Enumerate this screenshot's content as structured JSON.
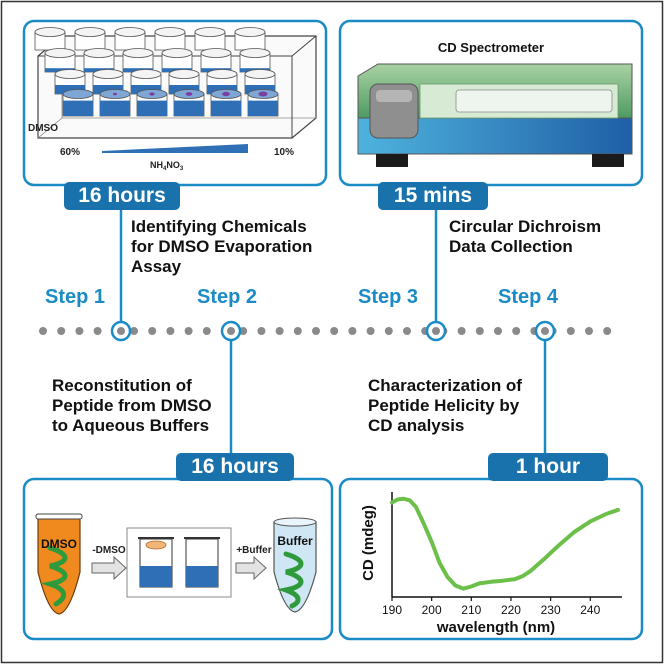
{
  "colors": {
    "frame": "#1b8bc6",
    "badge": "#1a72ad",
    "step_text": "#1b8bc6",
    "dot": "#8a8a8a",
    "curve": "#6cc04a",
    "liquid": "#2f6fb6",
    "dmso_tube": "#f0891e",
    "buffer_tube": "#cfe6f4",
    "peptide": "#2e9a3c"
  },
  "steps": [
    {
      "label": "Step 1",
      "time": "16 hours",
      "description": [
        "Identifying Chemicals",
        "for DMSO Evaporation",
        "Assay"
      ]
    },
    {
      "label": "Step 2",
      "time": "16 hours",
      "description": [
        "Reconstitution of",
        "Peptide from DMSO",
        "to Aqueous Buffers"
      ]
    },
    {
      "label": "Step 3",
      "time": "15 mins",
      "description": [
        "Circular Dichroism",
        "Data Collection"
      ]
    },
    {
      "label": "Step 4",
      "time": "1 hour",
      "description": [
        "Characterization of",
        "Peptide Helicity by",
        "CD analysis"
      ]
    }
  ],
  "plate_panel": {
    "side_label": "DMSO",
    "gradient_start": "60%",
    "gradient_end": "10%",
    "gradient_label_main": "NH",
    "gradient_label_sub1": "4",
    "gradient_label_mid": "NO",
    "gradient_label_sub2": "3"
  },
  "spectrometer_panel": {
    "title": "CD Spectrometer"
  },
  "reconstitution_panel": {
    "tube_left_label": "DMSO",
    "arrow1_label": "-DMSO",
    "arrow2_label": "+Buffer",
    "tube_right_label": "Buffer"
  },
  "chart_data": {
    "type": "line",
    "title": "",
    "xlabel": "wavelength (nm)",
    "ylabel": "CD (mdeg)",
    "xlim": [
      190,
      248
    ],
    "ylim": [
      -1.0,
      1.0
    ],
    "xticks": [
      190,
      200,
      210,
      220,
      230,
      240
    ],
    "grid": false,
    "series": [
      {
        "x": [
          190,
          191.5,
          193,
          194.5,
          196,
          198,
          200,
          202,
          204,
          206,
          208,
          210,
          212,
          215,
          218,
          221,
          223,
          225,
          228,
          232,
          236,
          240,
          244,
          247
        ],
        "y": [
          0.8,
          0.86,
          0.87,
          0.84,
          0.72,
          0.4,
          0.05,
          -0.35,
          -0.62,
          -0.78,
          -0.84,
          -0.8,
          -0.74,
          -0.71,
          -0.69,
          -0.66,
          -0.6,
          -0.5,
          -0.3,
          -0.02,
          0.24,
          0.44,
          0.58,
          0.66
        ]
      }
    ]
  }
}
